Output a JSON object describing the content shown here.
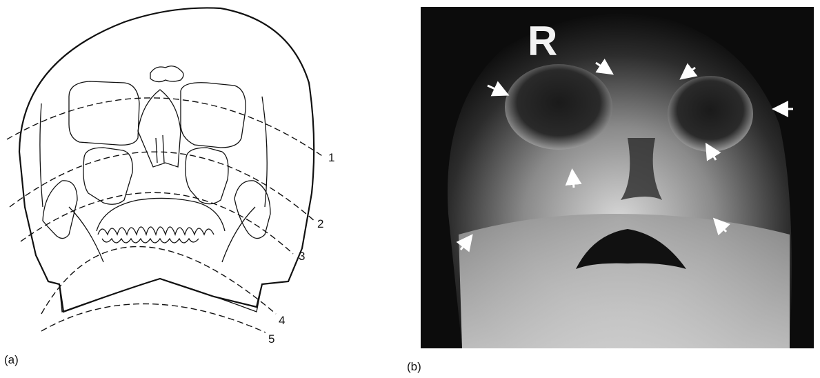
{
  "panel_a": {
    "label": "(a)",
    "line_numbers": [
      "1",
      "2",
      "3",
      "4",
      "5"
    ]
  },
  "panel_b": {
    "label": "(b)",
    "side_marker": "R"
  },
  "colors": {
    "ink": "#111111",
    "xray_dark": "#0c0c0c",
    "xray_light": "#e6e6e6"
  }
}
